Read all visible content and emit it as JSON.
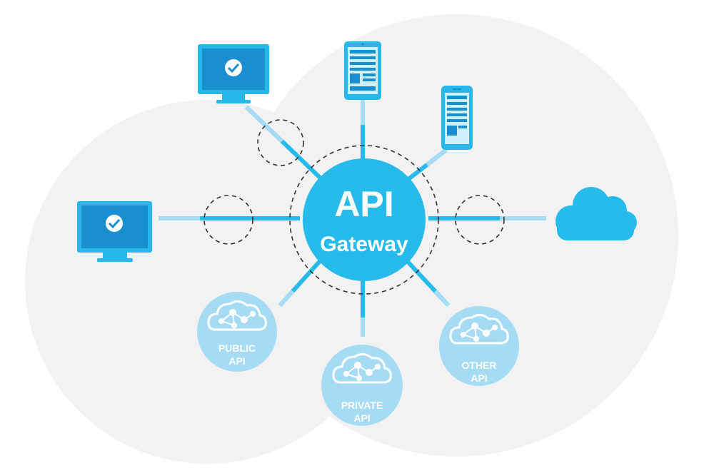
{
  "gateway": {
    "line1": "API",
    "line2": "Gateway"
  },
  "apis": [
    {
      "line1": "PUBLIC",
      "line2": "API"
    },
    {
      "line1": "PRIVATE",
      "line2": "API"
    },
    {
      "line1": "OTHER",
      "line2": "API"
    }
  ],
  "colors": {
    "primary": "#26bbea",
    "light": "#a6dcf3",
    "device_frame": "#29b6e8",
    "screen": "#1a8fcf",
    "connector": "#5cc8ee",
    "background_circle": "#f2f2f2",
    "dashed": "#333333"
  },
  "icons": [
    "desktop-monitor-icon",
    "tablet-icon",
    "smartphone-icon",
    "cloud-icon",
    "cloud-network-icon",
    "checkmark-icon"
  ]
}
